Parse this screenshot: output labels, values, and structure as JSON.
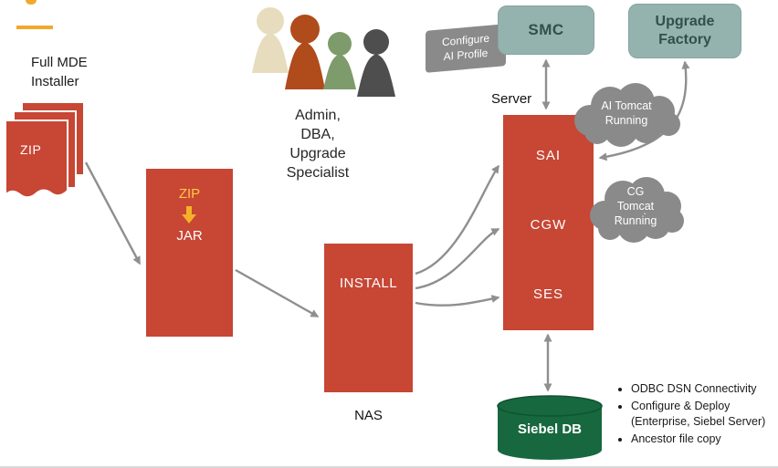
{
  "colors": {
    "red": "#C74634",
    "teal": "#95B3AE",
    "teal_text": "#31504B",
    "cloud_gray": "#8A8A8A",
    "db_green": "#17683F",
    "gold": "#EFA92D",
    "arrow_gray": "#8F8F8F",
    "people": [
      "#E7DDBE",
      "#B04B1C",
      "#7E9B6B",
      "#4E4E4E"
    ]
  },
  "installer": {
    "label": "Full MDE\nInstaller",
    "zip_label": "ZIP"
  },
  "people": {
    "caption": "Admin,\nDBA,\nUpgrade\nSpecialist"
  },
  "banner": {
    "label": "Configure\nAI Profile"
  },
  "smc": {
    "label": "SMC"
  },
  "upgrade_factory": {
    "label": "Upgrade\nFactory"
  },
  "server": {
    "label": "Server"
  },
  "pipeline": {
    "zip": "ZIP",
    "jar": "JAR"
  },
  "install": {
    "label": "INSTALL",
    "nas": "NAS"
  },
  "server_stack": {
    "sai": "SAI",
    "cgw": "CGW",
    "ses": "SES"
  },
  "clouds": {
    "ai": "AI Tomcat\nRunning",
    "cg": "CG\nTomcat\nRunning"
  },
  "database": {
    "label": "Siebel DB"
  },
  "bullets": [
    "ODBC DSN Connectivity",
    "Configure & Deploy (Enterprise, Siebel Server)",
    "Ancestor file copy"
  ]
}
